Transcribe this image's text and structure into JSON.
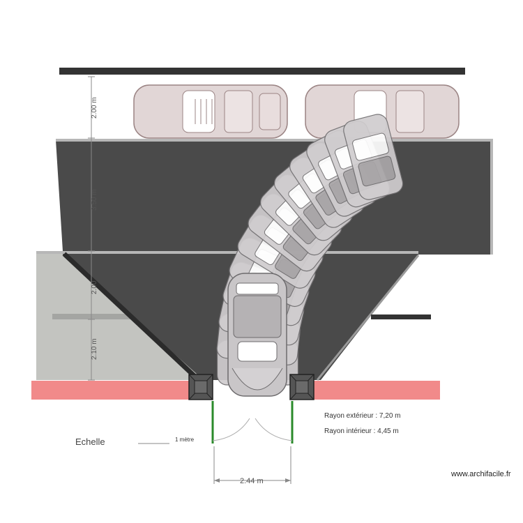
{
  "dimensions": {
    "d1": "2.00 m",
    "d2": "3.50 m",
    "d3": "2.00",
    "d4": "2.10 m",
    "width": "2.44 m"
  },
  "radius": {
    "exterior": "Rayon extérieur :  7,20 m",
    "interior": "Rayon intérieur :  4,45 m"
  },
  "scale": {
    "label": "Echelle",
    "unit": "1 mètre"
  },
  "brand": "www.archifacile.fr",
  "colors": {
    "asphalt": "#4a4a4a",
    "concrete": "#c3c4c0",
    "sidewalk": "#f18a8a",
    "pillar": "#555555",
    "gate": "#2a8a2a",
    "car_body": "#c9c6c8",
    "car_ghost": "#dcd0d0"
  }
}
